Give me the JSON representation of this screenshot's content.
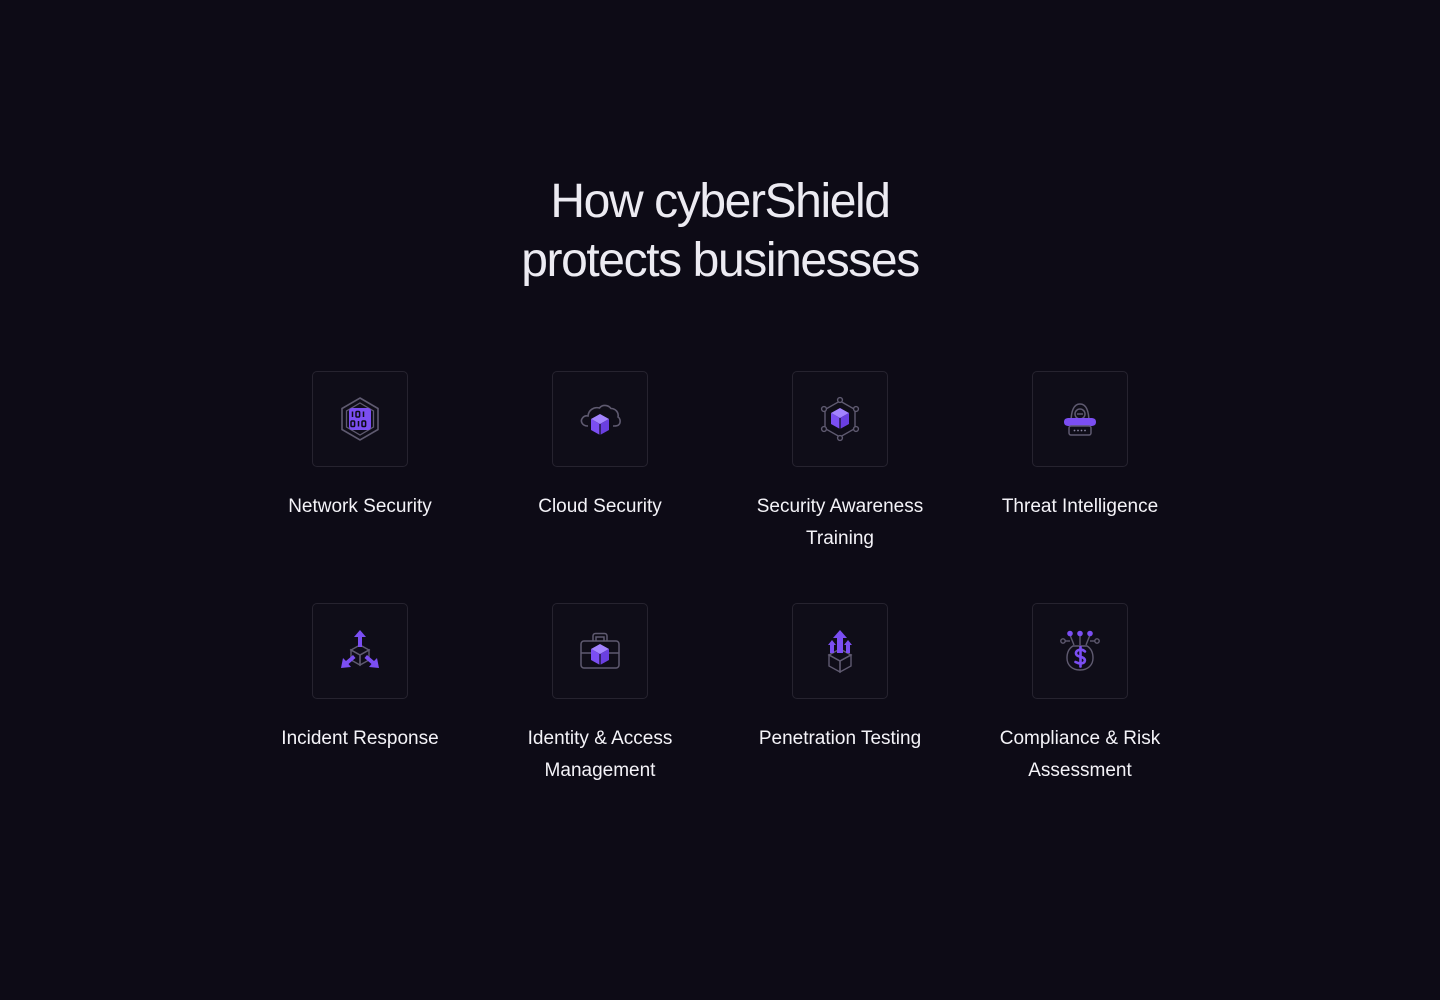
{
  "heading": {
    "line1": "How cyberShield",
    "line2": "protects businesses"
  },
  "colors": {
    "background": "#0d0b16",
    "accent": "#7b4ef2",
    "outline": "#5f5a70"
  },
  "services": [
    {
      "label": "Network Security",
      "icon": "binary-hexagon-icon"
    },
    {
      "label": "Cloud Security",
      "icon": "cloud-cube-icon"
    },
    {
      "label": "Security Awareness Training",
      "icon": "network-cube-icon"
    },
    {
      "label": "Threat Intelligence",
      "icon": "hacker-laptop-icon"
    },
    {
      "label": "Incident Response",
      "icon": "cube-arrows-icon"
    },
    {
      "label": "Identity & Access Management",
      "icon": "briefcase-cube-icon"
    },
    {
      "label": "Penetration Testing",
      "icon": "box-upload-icon"
    },
    {
      "label": "Compliance & Risk Assessment",
      "icon": "dollar-bag-icon"
    }
  ]
}
